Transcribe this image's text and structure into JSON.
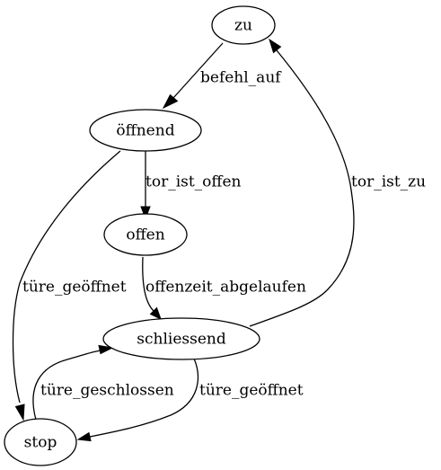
{
  "diagram": {
    "states": {
      "zu": "zu",
      "oeffnend": "öffnend",
      "offen": "offen",
      "schliessend": "schliessend",
      "stop": "stop"
    },
    "transitions": {
      "befehl_auf": "befehl_auf",
      "tor_ist_offen": "tor_ist_offen",
      "tor_ist_zu": "tor_ist_zu",
      "tuere_geoeffnet_from_oeffnend": "türe_geöffnet",
      "offenzeit_abgelaufen": "offenzeit_abgelaufen",
      "tuere_geschlossen": "türe_geschlossen",
      "tuere_geoeffnet_from_schliessend": "türe_geöffnet"
    }
  }
}
